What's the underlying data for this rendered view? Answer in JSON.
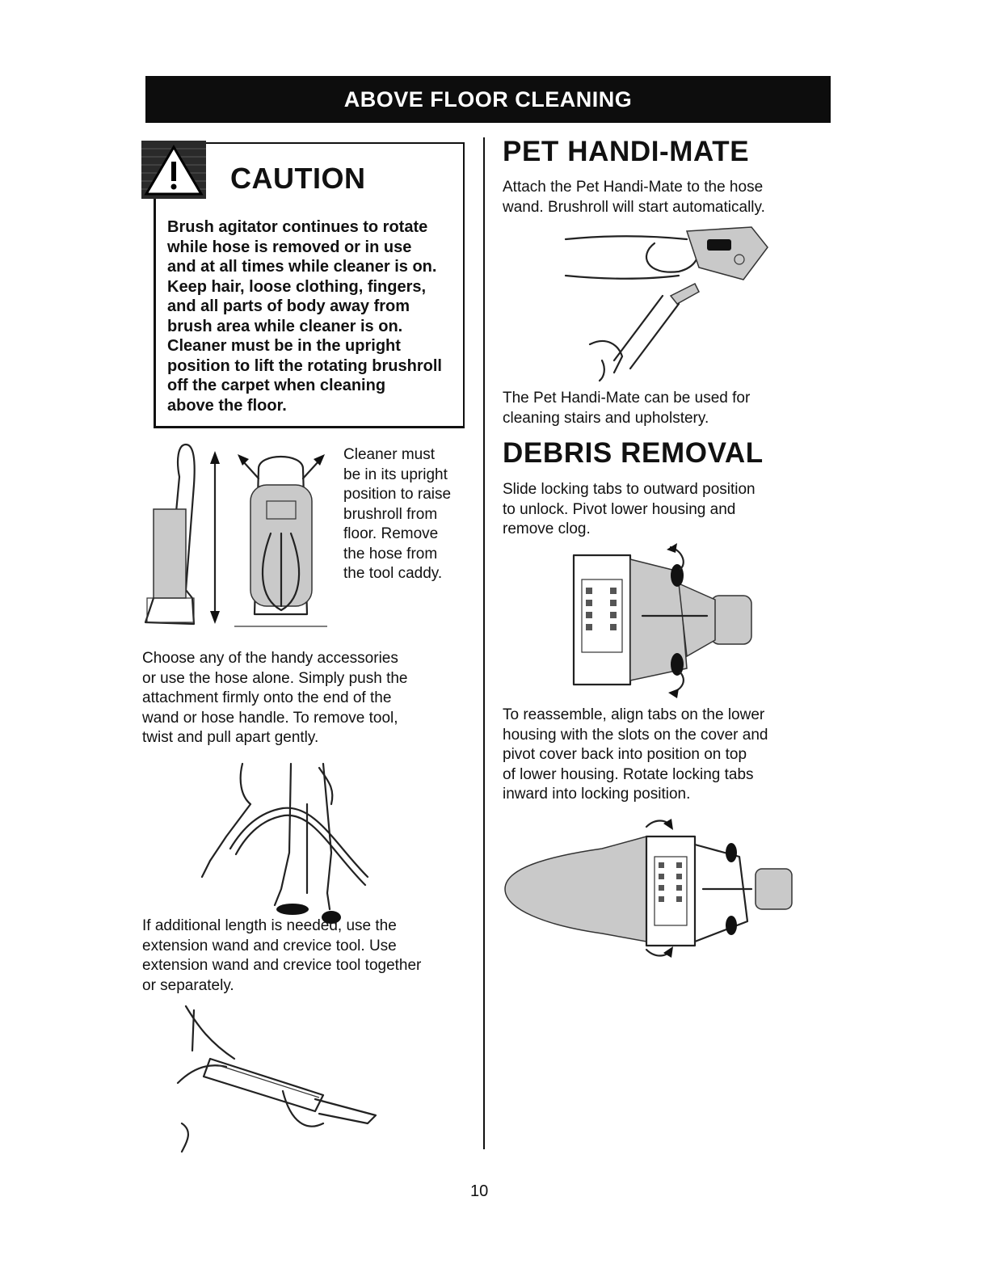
{
  "header": {
    "title": "ABOVE FLOOR CLEANING"
  },
  "caution": {
    "title": "CAUTION",
    "lines": [
      "Brush agitator continues to rotate",
      "while hose is removed or in use",
      "and at all times while cleaner is on.",
      "Keep hair, loose clothing, fingers,",
      "and all parts of body away from",
      "brush area while cleaner is on.",
      "Cleaner must be in the upright",
      "position to lift the rotating brushroll",
      "off the carpet when cleaning",
      "above the floor."
    ]
  },
  "upright_note": {
    "lines": [
      "Cleaner must",
      "be in its upright",
      "position to raise",
      "brushroll from",
      "floor. Remove",
      "the hose from",
      "the tool caddy."
    ]
  },
  "accessories": {
    "lines": [
      "Choose any of the handy accessories",
      "or use the hose alone. Simply push the",
      "attachment firmly onto the end of the",
      "wand or hose handle. To remove tool,",
      "twist and pull apart gently."
    ]
  },
  "extension": {
    "lines": [
      "If additional length is needed, use the",
      "extension wand and crevice tool. Use",
      "extension wand and crevice tool together",
      "or separately."
    ]
  },
  "pet_handi_mate": {
    "title": "PET HANDI-MATE",
    "intro_lines": [
      "Attach the Pet Handi-Mate to the hose",
      "wand. Brushroll will start automatically."
    ],
    "usage_lines": [
      "The Pet Handi-Mate can be used for",
      "cleaning stairs and upholstery."
    ]
  },
  "debris_removal": {
    "title": "DEBRIS REMOVAL",
    "unlock_lines": [
      "Slide locking tabs to outward position",
      "to unlock. Pivot lower housing and",
      "remove clog."
    ],
    "reassemble_lines": [
      "To reassemble, align tabs on the lower",
      "housing with the slots on the cover and",
      "pivot cover back into position on top",
      "of lower housing. Rotate locking tabs",
      "inward into locking position."
    ]
  },
  "page_number": "10"
}
